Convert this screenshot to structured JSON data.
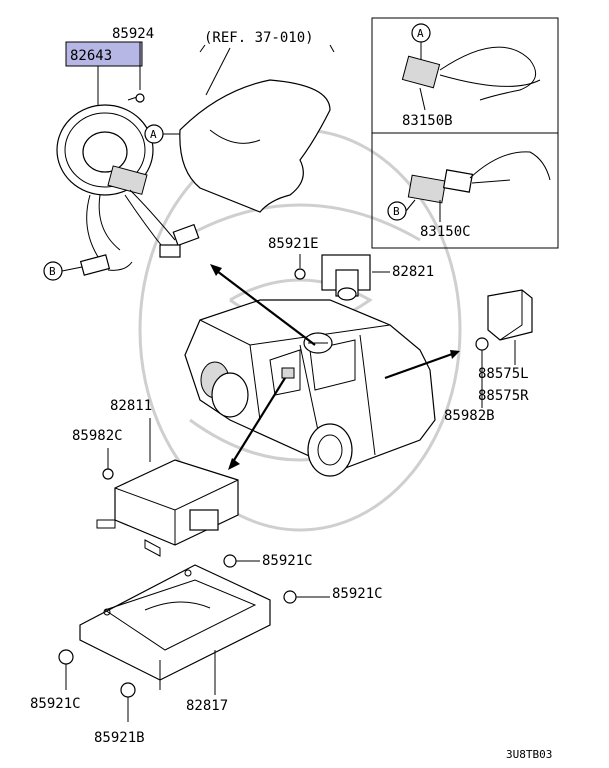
{
  "callouts": {
    "c82643": "82643",
    "c85924": "85924",
    "ref": "(REF. 37-010)",
    "c83150B": "83150B",
    "c83150C": "83150C",
    "c85921E": "85921E",
    "c82821": "82821",
    "c88575L": "88575L",
    "c88575R": "88575R",
    "c85982B": "85982B",
    "c82811": "82811",
    "c85982C": "85982C",
    "c85921C_a": "85921C",
    "c85921C_b": "85921C",
    "c85921C_c": "85921C",
    "c85921B": "85921B",
    "c82817": "82817",
    "code": "3U8TB03"
  },
  "markers": {
    "a_main": "A",
    "b_main": "B",
    "a_box": "A",
    "b_box": "B"
  },
  "highlight": {
    "color": "#b7b7e6",
    "part": "82643"
  }
}
